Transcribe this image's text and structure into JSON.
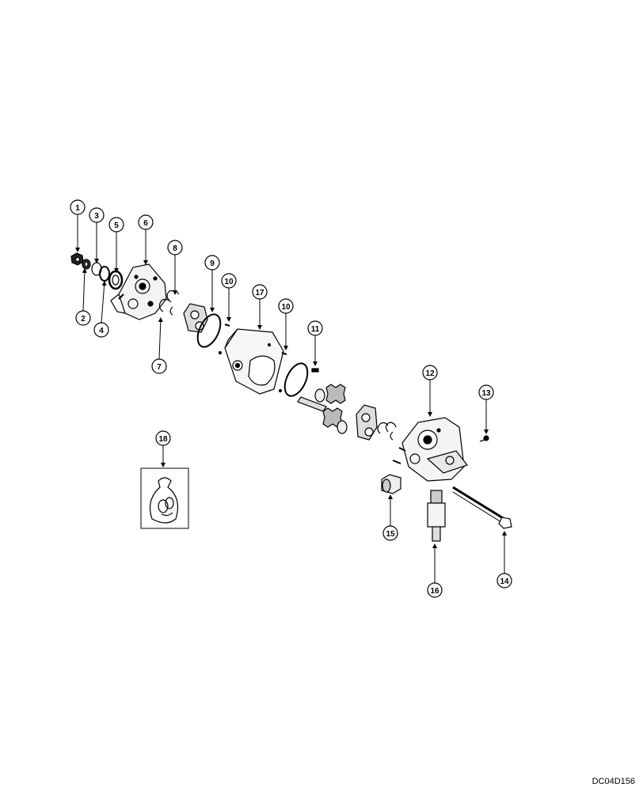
{
  "drawing_code": "DC04D156",
  "callouts": [
    "1",
    "2",
    "3",
    "4",
    "5",
    "6",
    "7",
    "8",
    "9",
    "10",
    "10",
    "17",
    "11",
    "12",
    "13",
    "18",
    "15",
    "16",
    "14"
  ],
  "colors": {
    "line": "#000000",
    "background": "#ffffff"
  }
}
